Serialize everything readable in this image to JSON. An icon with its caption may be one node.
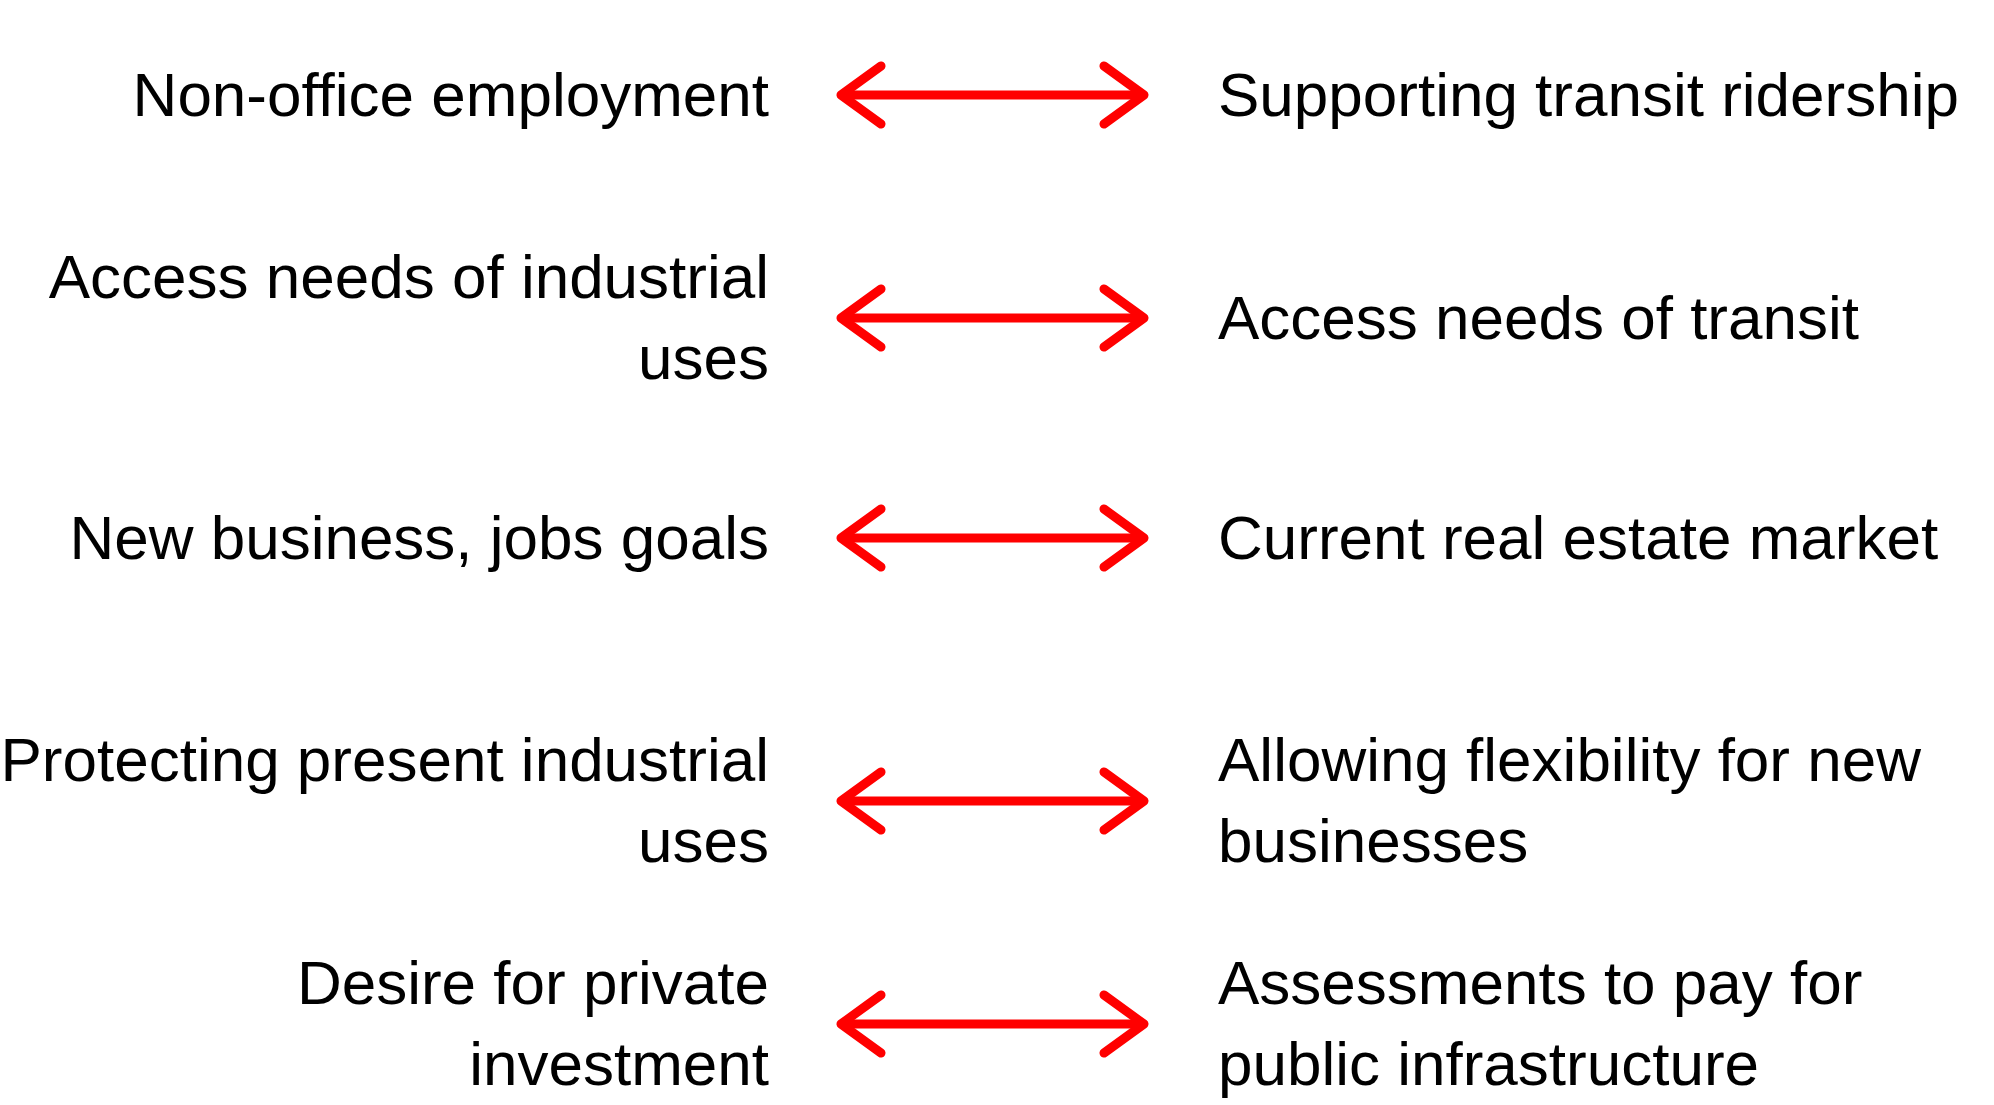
{
  "diagram": {
    "nodes": [
      {
        "text": [
          "Non-office employment"
        ]
      },
      {
        "text": [
          "Supporting transit ridership"
        ]
      },
      {
        "text": [
          "Access needs of industrial uses"
        ]
      },
      {
        "text": [
          "Access needs of transit"
        ]
      },
      {
        "text": [
          "New business, jobs goals"
        ]
      },
      {
        "text": [
          "Current real estate market"
        ]
      },
      {
        "text": [
          "Protecting present industrial uses"
        ]
      },
      {
        "text": [
          "Allowing flexibility for new businesses"
        ]
      },
      {
        "text": [
          "Desire for private investment"
        ]
      },
      {
        "text": [
          "Assessments to pay for public infrastructure"
        ]
      }
    ],
    "edges": [
      {
        "from": 0,
        "to": 1,
        "arrow": "both",
        "color": "#ff0000"
      },
      {
        "from": 2,
        "to": 3,
        "arrow": "both",
        "color": "#ff0000"
      },
      {
        "from": 4,
        "to": 5,
        "arrow": "both",
        "color": "#ff0000"
      },
      {
        "from": 6,
        "to": 7,
        "arrow": "both",
        "color": "#ff0000"
      },
      {
        "from": 8,
        "to": 9,
        "arrow": "both",
        "color": "#ff0000"
      }
    ]
  }
}
